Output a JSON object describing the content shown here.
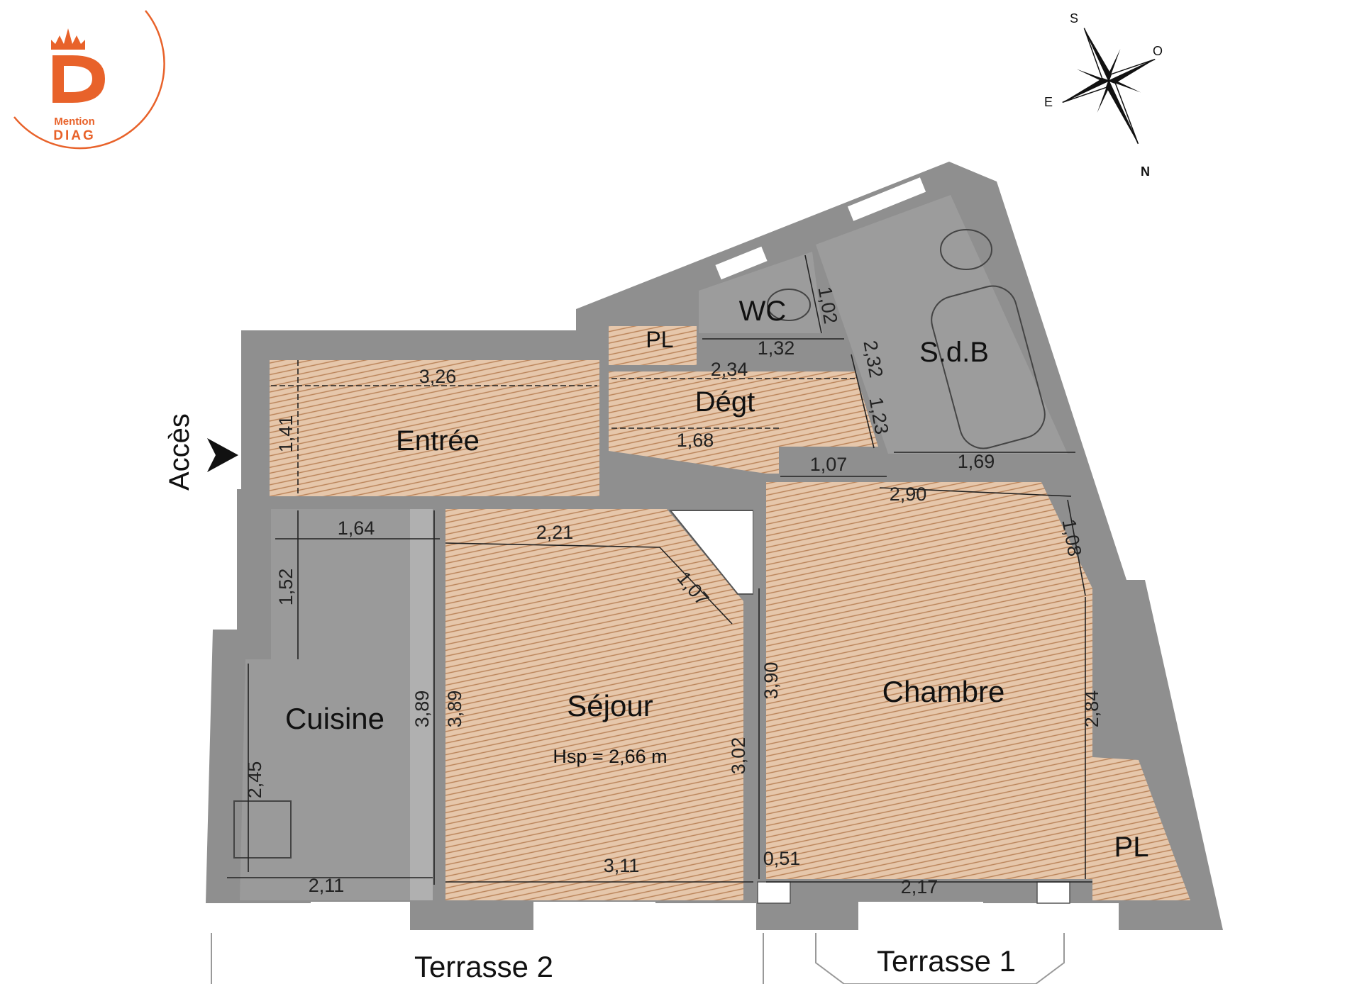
{
  "logo": {
    "line1": "Mention",
    "line2": "DIAG",
    "letter": "D",
    "color": "#e8622a"
  },
  "compass": {
    "s": "S",
    "o": "O",
    "e": "E",
    "n": "N"
  },
  "access_label": "Accès",
  "rooms": {
    "entree": "Entrée",
    "degt": "Dégt",
    "wc": "WC",
    "pl_top": "PL",
    "sdb": "S.d.B",
    "cuisine": "Cuisine",
    "sejour": "Séjour",
    "sejour_height": "Hsp = 2,66 m",
    "chambre": "Chambre",
    "pl_bottom": "PL",
    "terrasse2": "Terrasse 2",
    "terrasse1": "Terrasse 1"
  },
  "dims": {
    "d326": "3,26",
    "d141": "1,41",
    "d234": "2,34",
    "d168": "1,68",
    "d132": "1,32",
    "d102": "1,02",
    "d232": "2,32",
    "d123": "1,23",
    "d107a": "1,07",
    "d169": "1,69",
    "d290": "2,90",
    "d108": "1,08",
    "d164": "1,64",
    "d152": "1,52",
    "d221": "2,21",
    "d107b": "1,07",
    "d389a": "3,89",
    "d389b": "3,89",
    "d390": "3,90",
    "d302": "3,02",
    "d284": "2,84",
    "d245": "2,45",
    "d211": "2,11",
    "d311": "3,11",
    "d051": "0,51",
    "d217": "2,17"
  },
  "colors": {
    "wall": "#8c8c8c",
    "floor": "#e3c4a9",
    "hatch": "#c08a5e",
    "tile": "#9a9a9a"
  }
}
